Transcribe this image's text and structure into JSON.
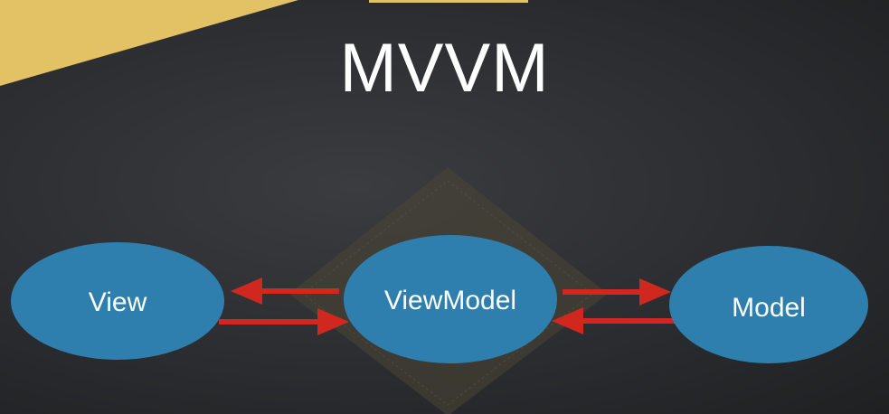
{
  "slide": {
    "title": "MVVM"
  },
  "diagram": {
    "nodes": [
      {
        "id": "view",
        "label": "View"
      },
      {
        "id": "viewmodel",
        "label": "ViewModel"
      },
      {
        "id": "model",
        "label": "Model"
      }
    ],
    "edges": [
      {
        "from": "viewmodel",
        "to": "view"
      },
      {
        "from": "view",
        "to": "viewmodel"
      },
      {
        "from": "viewmodel",
        "to": "model"
      },
      {
        "from": "model",
        "to": "viewmodel"
      }
    ]
  },
  "colors": {
    "background": "#2e2f32",
    "accent": "#e2c265",
    "node_fill": "#2f7fae",
    "arrow": "#d0281f",
    "diamond": "#4a4535",
    "text": "#ffffff"
  }
}
